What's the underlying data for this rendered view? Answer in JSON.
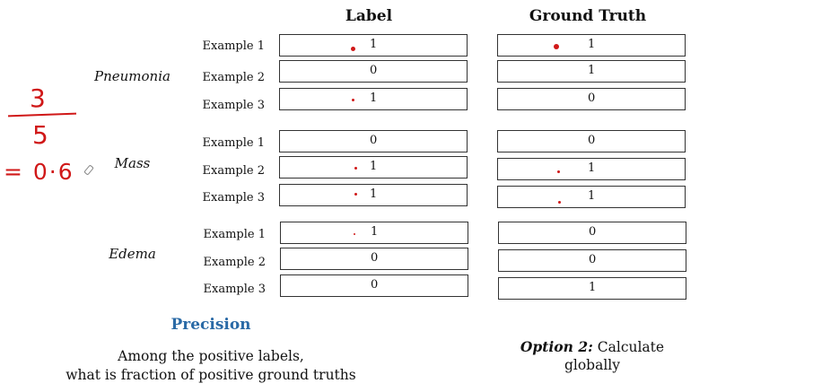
{
  "headers": {
    "label": "Label",
    "ground_truth": "Ground Truth"
  },
  "categories": [
    {
      "name": "Pneumonia",
      "examples": [
        {
          "name": "Example 1",
          "label": "1",
          "truth": "1"
        },
        {
          "name": "Example 2",
          "label": "0",
          "truth": "1"
        },
        {
          "name": "Example 3",
          "label": "1",
          "truth": "0"
        }
      ]
    },
    {
      "name": "Mass",
      "examples": [
        {
          "name": "Example 1",
          "label": "0",
          "truth": "0"
        },
        {
          "name": "Example 2",
          "label": "1",
          "truth": "1"
        },
        {
          "name": "Example 3",
          "label": "1",
          "truth": "1"
        }
      ]
    },
    {
      "name": "Edema",
      "examples": [
        {
          "name": "Example 1",
          "label": "1",
          "truth": "0"
        },
        {
          "name": "Example 2",
          "label": "0",
          "truth": "0"
        },
        {
          "name": "Example 3",
          "label": "0",
          "truth": "1"
        }
      ]
    }
  ],
  "precision": {
    "title": "Precision",
    "line1": "Among the positive labels,",
    "line2": "what is fraction of positive ground truths"
  },
  "option": {
    "bold": "Option 2:",
    "rest": " Calculate",
    "line2": "globally"
  },
  "annotation": {
    "numerator": "3",
    "denominator": "5",
    "result": "= 0·6",
    "color": "#d01818"
  }
}
